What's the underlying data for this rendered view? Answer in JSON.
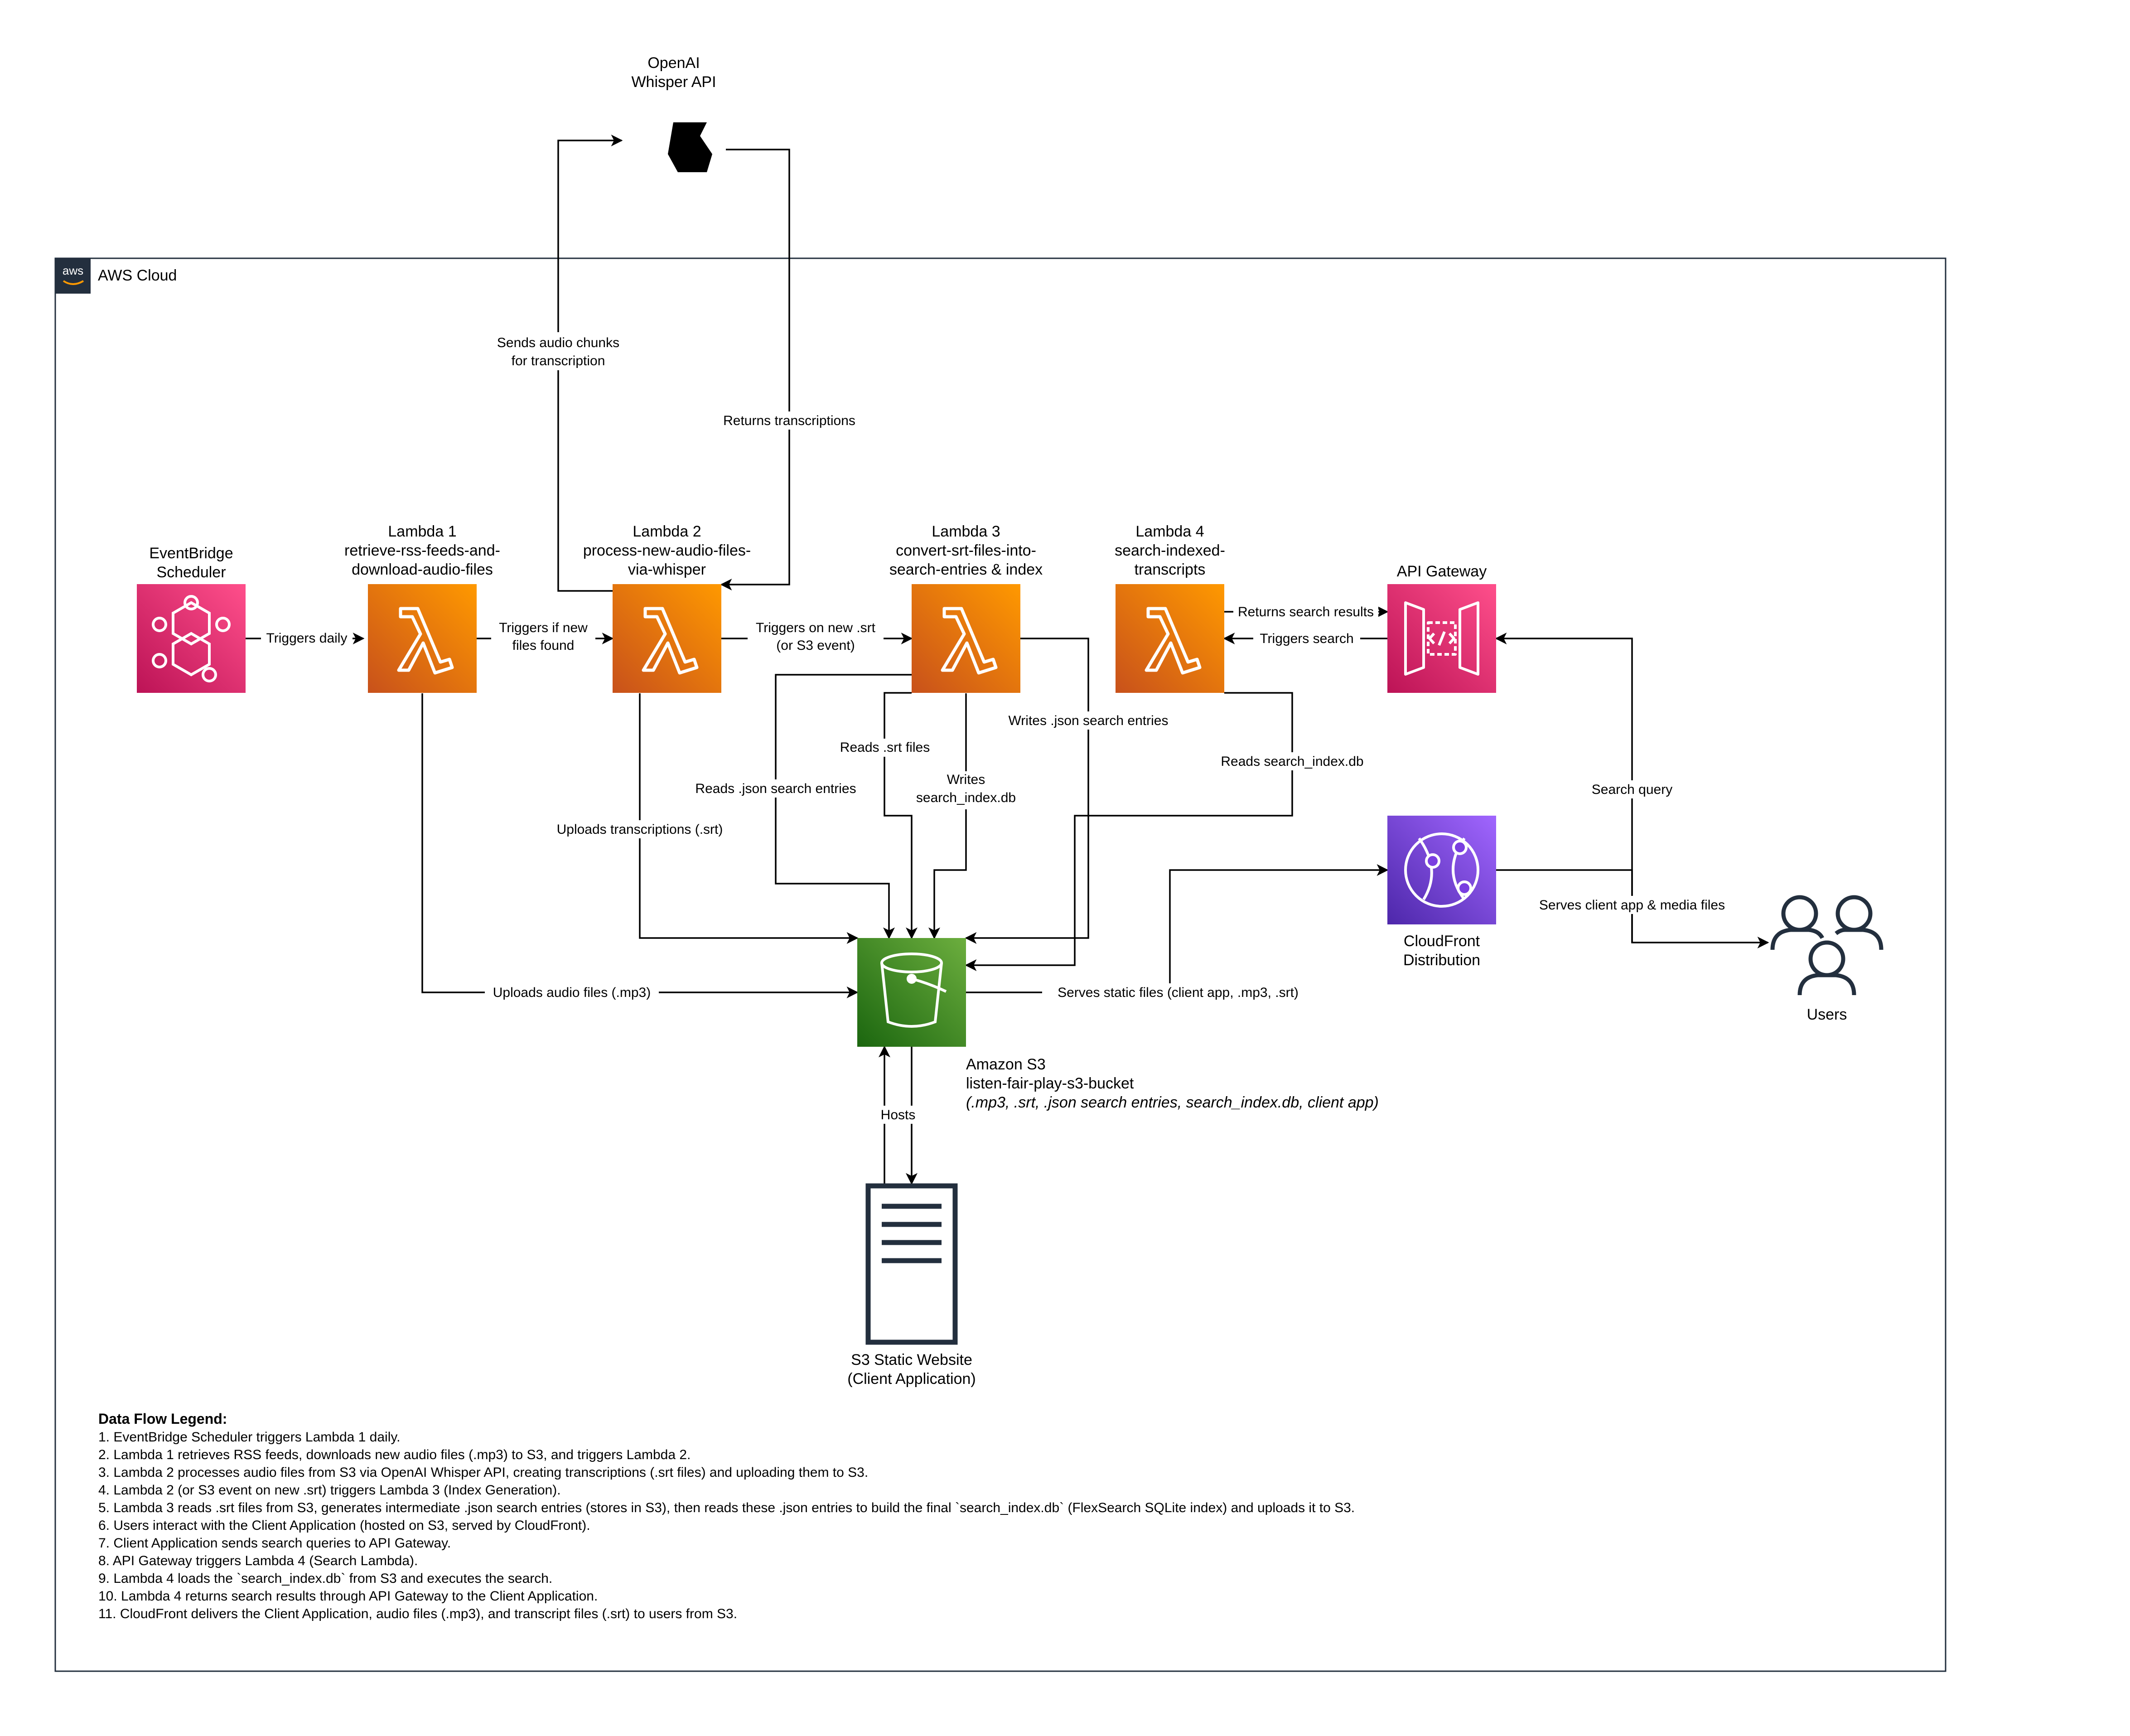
{
  "aws_cloud": {
    "label": "AWS Cloud",
    "logo_text": "aws"
  },
  "nodes": {
    "openai": {
      "line1": "OpenAI",
      "line2": "Whisper API",
      "icon": "openai-logo-icon"
    },
    "eventbridge": {
      "line1": "EventBridge",
      "line2": "Scheduler",
      "icon": "eventbridge-scheduler-icon",
      "color": "#e7157b"
    },
    "lambda1": {
      "line1": "Lambda 1",
      "line2": "retrieve-rss-feeds-and-",
      "line3": "download-audio-files",
      "icon": "lambda-icon",
      "color": "#ed7100"
    },
    "lambda2": {
      "line1": "Lambda 2",
      "line2": "process-new-audio-files-",
      "line3": "via-whisper",
      "icon": "lambda-icon",
      "color": "#ed7100"
    },
    "lambda3": {
      "line1": "Lambda 3",
      "line2": "convert-srt-files-into-",
      "line3": "search-entries & index",
      "icon": "lambda-icon",
      "color": "#ed7100"
    },
    "lambda4": {
      "line1": "Lambda 4",
      "line2": "search-indexed-",
      "line3": "transcripts",
      "icon": "lambda-icon",
      "color": "#ed7100"
    },
    "apigw": {
      "line1": "API Gateway",
      "icon": "api-gateway-icon",
      "color": "#e7157b"
    },
    "cloudfront": {
      "line1": "CloudFront",
      "line2": "Distribution",
      "icon": "cloudfront-icon",
      "color": "#8c4fff"
    },
    "users": {
      "line1": "Users",
      "icon": "users-icon"
    },
    "s3": {
      "line1": "Amazon S3",
      "line2": "listen-fair-play-s3-bucket",
      "line3": "(.mp3, .srt, .json search entries, search_index.db, client app)",
      "icon": "s3-bucket-icon",
      "color": "#3f8624"
    },
    "website": {
      "line1": "S3 Static Website",
      "line2": "(Client Application)",
      "icon": "server-icon"
    }
  },
  "edges": {
    "sends_audio": {
      "line1": "Sends audio chunks",
      "line2": "for transcription"
    },
    "returns_transcriptions": "Returns transcriptions",
    "triggers_daily": "Triggers daily",
    "triggers_if_new": {
      "line1": "Triggers if new",
      "line2": "files found"
    },
    "triggers_on_srt": {
      "line1": "Triggers on new .srt",
      "line2": "(or S3 event)"
    },
    "returns_search_results": "Returns search results",
    "triggers_search": "Triggers search",
    "writes_json": "Writes .json search entries",
    "reads_srt": "Reads .srt files",
    "writes_index": {
      "line1": "Writes",
      "line2": "search_index.db"
    },
    "reads_json": "Reads .json search entries",
    "reads_index": "Reads search_index.db",
    "uploads_transcriptions": "Uploads transcriptions (.srt)",
    "uploads_audio": "Uploads audio files (.mp3)",
    "serves_static": "Serves static files (client app, .mp3, .srt)",
    "search_query": "Search query",
    "serves_client": "Serves client app & media files",
    "hosts": "Hosts"
  },
  "legend": {
    "title": "Data Flow Legend:",
    "items": [
      "1. EventBridge Scheduler triggers Lambda 1 daily.",
      "2. Lambda 1 retrieves RSS feeds, downloads new audio files (.mp3) to S3, and triggers Lambda 2.",
      "3. Lambda 2 processes audio files from S3 via OpenAI Whisper API, creating transcriptions (.srt files) and uploading them to S3.",
      "4. Lambda 2 (or S3 event on new .srt) triggers Lambda 3 (Index Generation).",
      "5. Lambda 3 reads .srt files from S3, generates intermediate .json search entries (stores in S3), then reads these .json entries to build the final `search_index.db` (FlexSearch SQLite index) and uploads it to S3.",
      "6. Users interact with the Client Application (hosted on S3, served by CloudFront).",
      "7. Client Application sends search queries to API Gateway.",
      "8. API Gateway triggers Lambda 4 (Search Lambda).",
      "9. Lambda 4 loads the `search_index.db` from S3 and executes the search.",
      "10. Lambda 4 returns search results through API Gateway to the Client Application.",
      "11. CloudFront delivers the Client Application, audio files (.mp3), and transcript files (.srt) to users from S3."
    ]
  }
}
